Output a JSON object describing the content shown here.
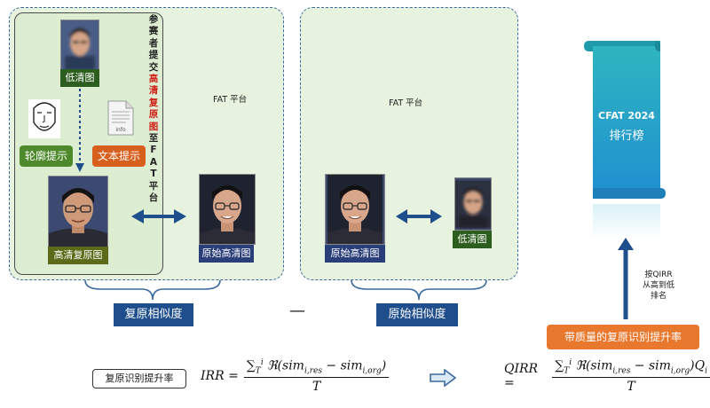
{
  "left_group": {
    "low_res_label": "低清图",
    "contour_label": "轮廓提示",
    "text_hint_label": "文本提示",
    "doc_icon_label": "info",
    "restored_label": "高清复原图",
    "vertical_text_1": [
      "参",
      "赛",
      "者",
      "提",
      "交"
    ],
    "vertical_text_red": [
      "高",
      "清",
      "复",
      "原",
      "图"
    ],
    "vertical_text_2": [
      "至",
      "F",
      "A",
      "T",
      "平",
      "台"
    ],
    "original_label": "原始高清图",
    "platform_label": "FAT 平台"
  },
  "right_group": {
    "platform_label": "FAT 平台",
    "original_label": "原始高清图",
    "low_res_label": "低清图"
  },
  "similarity": {
    "restore_label": "复原相似度",
    "minus": "—",
    "original_label": "原始相似度"
  },
  "leaderboard": {
    "title": "CFAT 2024",
    "subtitle": "排行榜",
    "rank_note": [
      "按QIRR",
      "从高到低",
      "排名"
    ],
    "metric_button": "带质量的复原识别提升率"
  },
  "formulas": {
    "irr_label": "复原识别提升率",
    "irr_lhs": "IRR =",
    "qirr_lhs": "QIRR ="
  },
  "colors": {
    "panel_bg": "#e7f3df",
    "panel_border": "#3b6aa0",
    "green": "#4e8a2c",
    "orange": "#d8601e",
    "navy": "#1f4e8c",
    "arrow": "#1f4e8c",
    "teal": "#2fb5c0"
  }
}
